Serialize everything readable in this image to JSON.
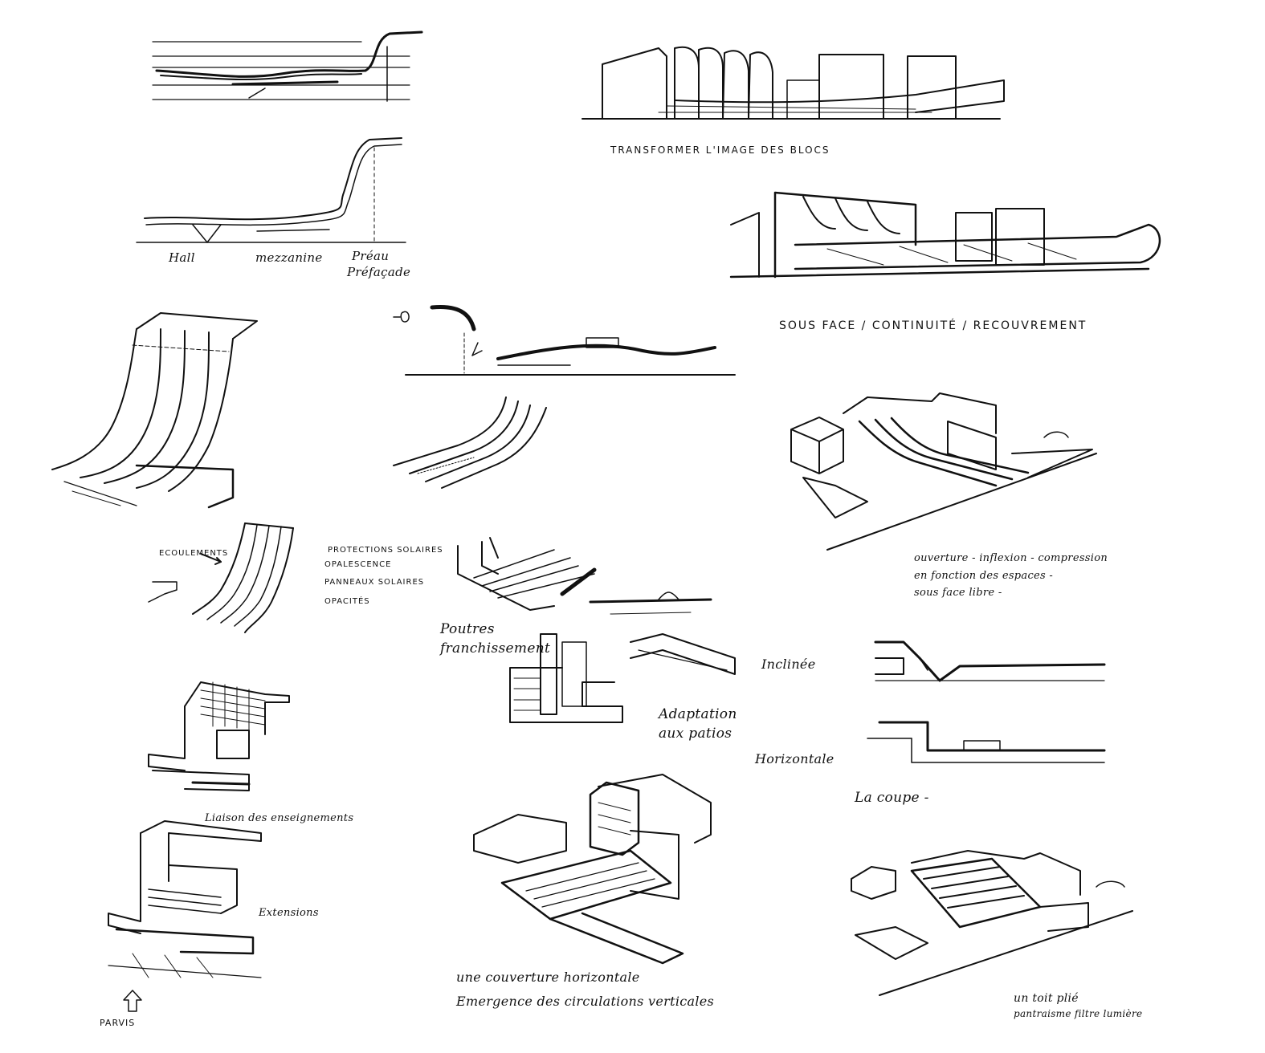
{
  "labels": {
    "hall": "Hall",
    "mezzanine": "mezzanine",
    "preau": "Préau",
    "prefacade": "Préfaçade",
    "transformer": "TRANSFORMER L'IMAGE DES BLOCS",
    "sousface": "SOUS FACE / CONTINUITÉ / RECOUVREMENT",
    "ecoulements": "ECOULEMENTS",
    "protections": "PROTECTIONS SOLAIRES",
    "opalescence": "OPALESCENCE",
    "panneaux": "PANNEAUX SOLAIRES",
    "opacites": "OPACITÉS",
    "ouverture_1": "ouverture - inflexion - compression",
    "ouverture_2": "en fonction des espaces -",
    "ouverture_3": "sous face libre -",
    "poutres_1": "Poutres",
    "poutres_2": "franchissement",
    "inclinee": "Inclinée",
    "adaptation_1": "Adaptation",
    "adaptation_2": "aux patios",
    "horizontale": "Horizontale",
    "lacoupe": "La coupe -",
    "liaison": "Liaison des enseignements",
    "extensions": "Extensions",
    "parvis": "PARVIS",
    "couverture_1": "une couverture horizontale",
    "couverture_2": "Emergence des circulations verticales",
    "toit_1": "un toit plié",
    "toit_2": "pantraisme filtre lumière"
  }
}
